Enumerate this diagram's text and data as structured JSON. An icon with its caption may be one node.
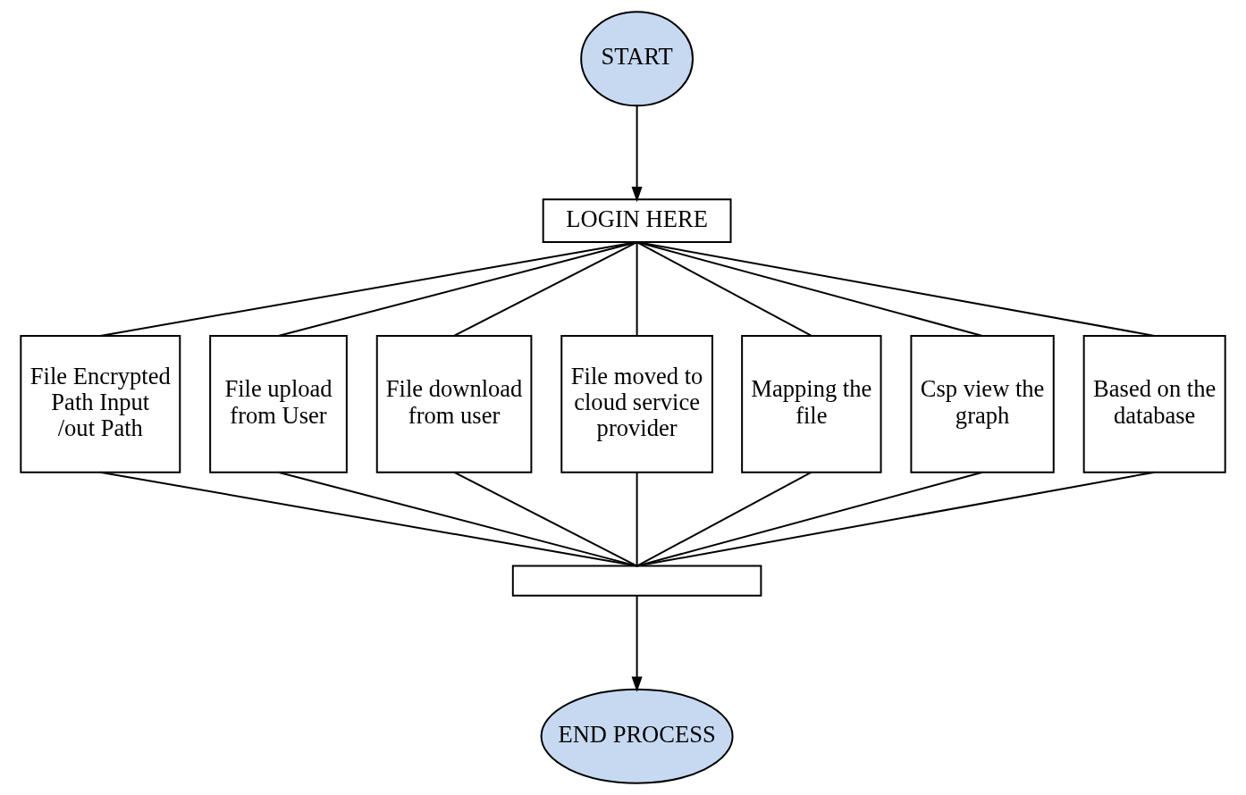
{
  "diagram": {
    "nodes": [
      {
        "text": [
          "START"
        ]
      },
      {
        "text": [
          "LOGIN HERE"
        ]
      },
      {
        "text": [
          "File Encrypted Path Input /out Path"
        ]
      },
      {
        "text": [
          "File upload from User"
        ]
      },
      {
        "text": [
          "File download from user"
        ]
      },
      {
        "text": [
          "File moved to cloud service provider"
        ]
      },
      {
        "text": [
          "Mapping the file"
        ]
      },
      {
        "text": [
          "Csp view the graph"
        ]
      },
      {
        "text": [
          "Based on the database"
        ]
      },
      {
        "text": [],
        "shape": "bar"
      },
      {
        "text": [
          "END PROCESS"
        ]
      }
    ],
    "edges": [
      {
        "from": 0,
        "to": 1,
        "arrow": "to"
      },
      {
        "from": 1,
        "to": 2,
        "arrow": "none"
      },
      {
        "from": 1,
        "to": 3,
        "arrow": "none"
      },
      {
        "from": 1,
        "to": 4,
        "arrow": "none"
      },
      {
        "from": 1,
        "to": 5,
        "arrow": "none"
      },
      {
        "from": 1,
        "to": 6,
        "arrow": "none"
      },
      {
        "from": 1,
        "to": 7,
        "arrow": "none"
      },
      {
        "from": 1,
        "to": 8,
        "arrow": "none"
      },
      {
        "from": 2,
        "to": 9,
        "arrow": "none"
      },
      {
        "from": 3,
        "to": 9,
        "arrow": "none"
      },
      {
        "from": 4,
        "to": 9,
        "arrow": "none"
      },
      {
        "from": 5,
        "to": 9,
        "arrow": "none"
      },
      {
        "from": 6,
        "to": 9,
        "arrow": "none"
      },
      {
        "from": 7,
        "to": 9,
        "arrow": "none"
      },
      {
        "from": 8,
        "to": 9,
        "arrow": "none"
      },
      {
        "from": 9,
        "to": 10,
        "arrow": "to"
      }
    ]
  }
}
